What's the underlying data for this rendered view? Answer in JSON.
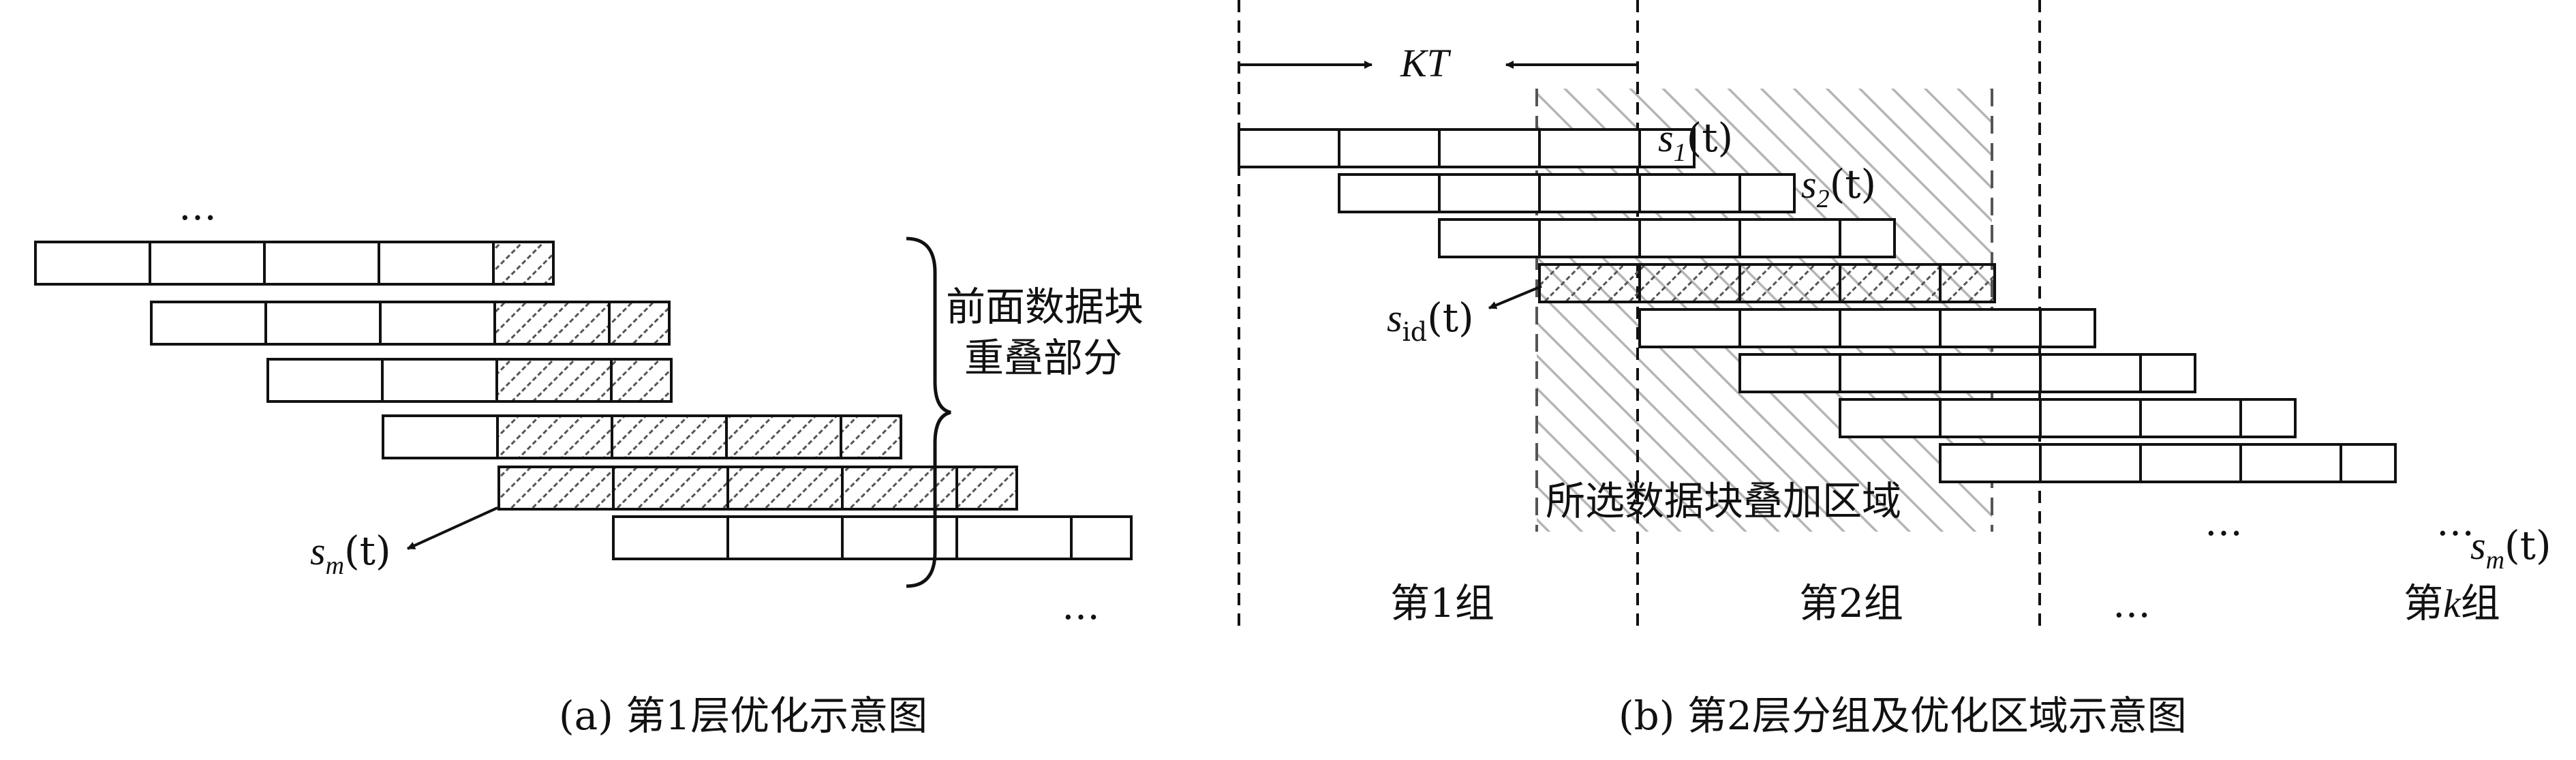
{
  "left": {
    "top_ellipsis": "…",
    "bottom_ellipsis": "…",
    "brace_label_line1": "前面数据块",
    "brace_label_line2": "重叠部分",
    "signal_base": "s",
    "signal_sub": "m",
    "signal_arg": "(t)",
    "caption": "(a) 第1层优化示意图"
  },
  "right": {
    "kt_label": "KT",
    "s1_base": "s",
    "s1_sub": "1",
    "s1_arg": "(t)",
    "s2_base": "s",
    "s2_sub": "2",
    "s2_arg": "(t)",
    "sid_base": "s",
    "sid_sub": "id",
    "sid_arg": "(t)",
    "region_label": "所选数据块叠加区域",
    "group1": "第1组",
    "group2": "第2组",
    "groupk_prefix": "第",
    "groupk_var": "k",
    "groupk_suffix": "组",
    "mid_ellipsis": "…",
    "right_ellipsis": "…",
    "sm_base": "s",
    "sm_sub": "m",
    "sm_arg": "(t)",
    "caption": "(b) 第2层分组及优化区域示意图"
  },
  "colors": {
    "stroke": "#111111",
    "hatch_light": "#b5b5b5",
    "hatch_dark": "#555555"
  }
}
